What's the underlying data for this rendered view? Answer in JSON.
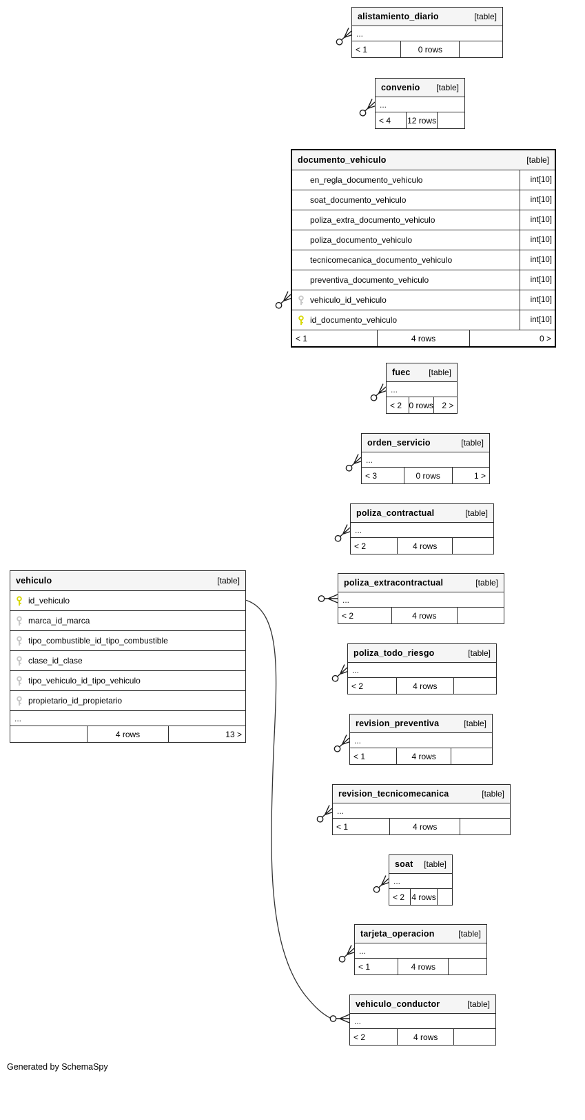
{
  "page": {
    "generator_note": "Generated by SchemaSpy"
  },
  "colors": {
    "primary_key": "#d8d800",
    "foreign_key": "#c6c6c6",
    "header_bg": "#f5f5f5",
    "border": "#2e2e2e",
    "focus_border": "#000000"
  },
  "tables": {
    "alistamiento_diario": {
      "title": "alistamiento_diario",
      "type_label": "[table]",
      "more": "...",
      "footer": {
        "left": "< 1",
        "center": "0 rows",
        "right": ""
      }
    },
    "convenio": {
      "title": "convenio",
      "type_label": "[table]",
      "more": "...",
      "footer": {
        "left": "< 4",
        "center": "12 rows",
        "right": ""
      }
    },
    "documento_vehiculo": {
      "title": "documento_vehiculo",
      "type_label": "[table]",
      "columns": [
        {
          "name": "en_regla_documento_vehiculo",
          "datatype": "int[10]"
        },
        {
          "name": "soat_documento_vehiculo",
          "datatype": "int[10]"
        },
        {
          "name": "poliza_extra_documento_vehiculo",
          "datatype": "int[10]"
        },
        {
          "name": "poliza_documento_vehiculo",
          "datatype": "int[10]"
        },
        {
          "name": "tecnicomecanica_documento_vehiculo",
          "datatype": "int[10]"
        },
        {
          "name": "preventiva_documento_vehiculo",
          "datatype": "int[10]"
        },
        {
          "name": "vehiculo_id_vehiculo",
          "datatype": "int[10]",
          "key": "foreign"
        },
        {
          "name": "id_documento_vehiculo",
          "datatype": "int[10]",
          "key": "primary"
        }
      ],
      "footer": {
        "left": "< 1",
        "center": "4 rows",
        "right": "0 >"
      }
    },
    "fuec": {
      "title": "fuec",
      "type_label": "[table]",
      "more": "...",
      "footer": {
        "left": "< 2",
        "center": "0 rows",
        "right": "2 >"
      }
    },
    "orden_servicio": {
      "title": "orden_servicio",
      "type_label": "[table]",
      "more": "...",
      "footer": {
        "left": "< 3",
        "center": "0 rows",
        "right": "1 >"
      }
    },
    "poliza_contractual": {
      "title": "poliza_contractual",
      "type_label": "[table]",
      "more": "...",
      "footer": {
        "left": "< 2",
        "center": "4 rows",
        "right": ""
      }
    },
    "vehiculo": {
      "title": "vehiculo",
      "type_label": "[table]",
      "columns": [
        {
          "name": "id_vehiculo",
          "key": "primary"
        },
        {
          "name": "marca_id_marca",
          "key": "foreign"
        },
        {
          "name": "tipo_combustible_id_tipo_combustible",
          "key": "foreign"
        },
        {
          "name": "clase_id_clase",
          "key": "foreign"
        },
        {
          "name": "tipo_vehiculo_id_tipo_vehiculo",
          "key": "foreign"
        },
        {
          "name": "propietario_id_propietario",
          "key": "foreign"
        }
      ],
      "more": "...",
      "footer": {
        "left": "",
        "center": "4 rows",
        "right": "13 >"
      }
    },
    "poliza_extracontractual": {
      "title": "poliza_extracontractual",
      "type_label": "[table]",
      "more": "...",
      "footer": {
        "left": "< 2",
        "center": "4 rows",
        "right": ""
      }
    },
    "poliza_todo_riesgo": {
      "title": "poliza_todo_riesgo",
      "type_label": "[table]",
      "more": "...",
      "footer": {
        "left": "< 2",
        "center": "4 rows",
        "right": ""
      }
    },
    "revision_preventiva": {
      "title": "revision_preventiva",
      "type_label": "[table]",
      "more": "...",
      "footer": {
        "left": "< 1",
        "center": "4 rows",
        "right": ""
      }
    },
    "revision_tecnicomecanica": {
      "title": "revision_tecnicomecanica",
      "type_label": "[table]",
      "more": "...",
      "footer": {
        "left": "< 1",
        "center": "4 rows",
        "right": ""
      }
    },
    "soat": {
      "title": "soat",
      "type_label": "[table]",
      "more": "...",
      "footer": {
        "left": "< 2",
        "center": "4 rows",
        "right": ""
      }
    },
    "tarjeta_operacion": {
      "title": "tarjeta_operacion",
      "type_label": "[table]",
      "more": "...",
      "footer": {
        "left": "< 1",
        "center": "4 rows",
        "right": ""
      }
    },
    "vehiculo_conductor": {
      "title": "vehiculo_conductor",
      "type_label": "[table]",
      "more": "...",
      "footer": {
        "left": "< 2",
        "center": "4 rows",
        "right": ""
      }
    }
  }
}
